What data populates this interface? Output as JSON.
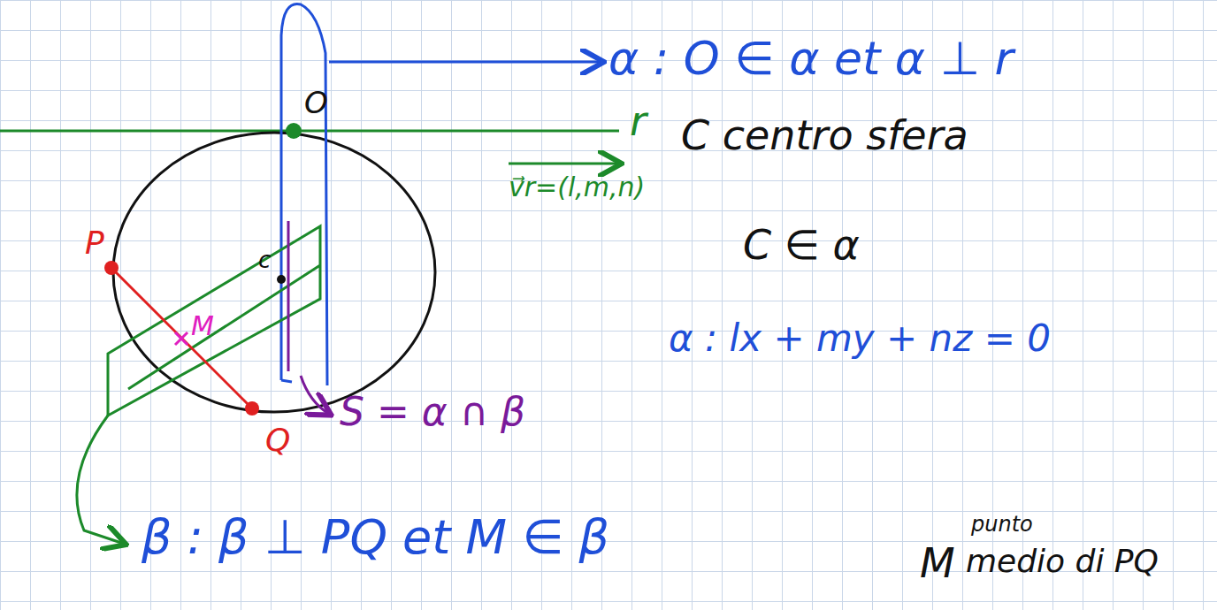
{
  "diagram": {
    "labels": [
      "α : O ∈ α et α ⊥ r",
      "O",
      "r",
      "C centro sfera",
      "v⃗r=(l,m,n)",
      "C ∈ α",
      "c",
      "P",
      "M",
      "Q",
      "α : lx + my + nz = 0",
      "S = α ∩ β",
      "β : β ⊥ PQ et M ∈ β",
      "M",
      "punto",
      "medio di PQ"
    ]
  }
}
